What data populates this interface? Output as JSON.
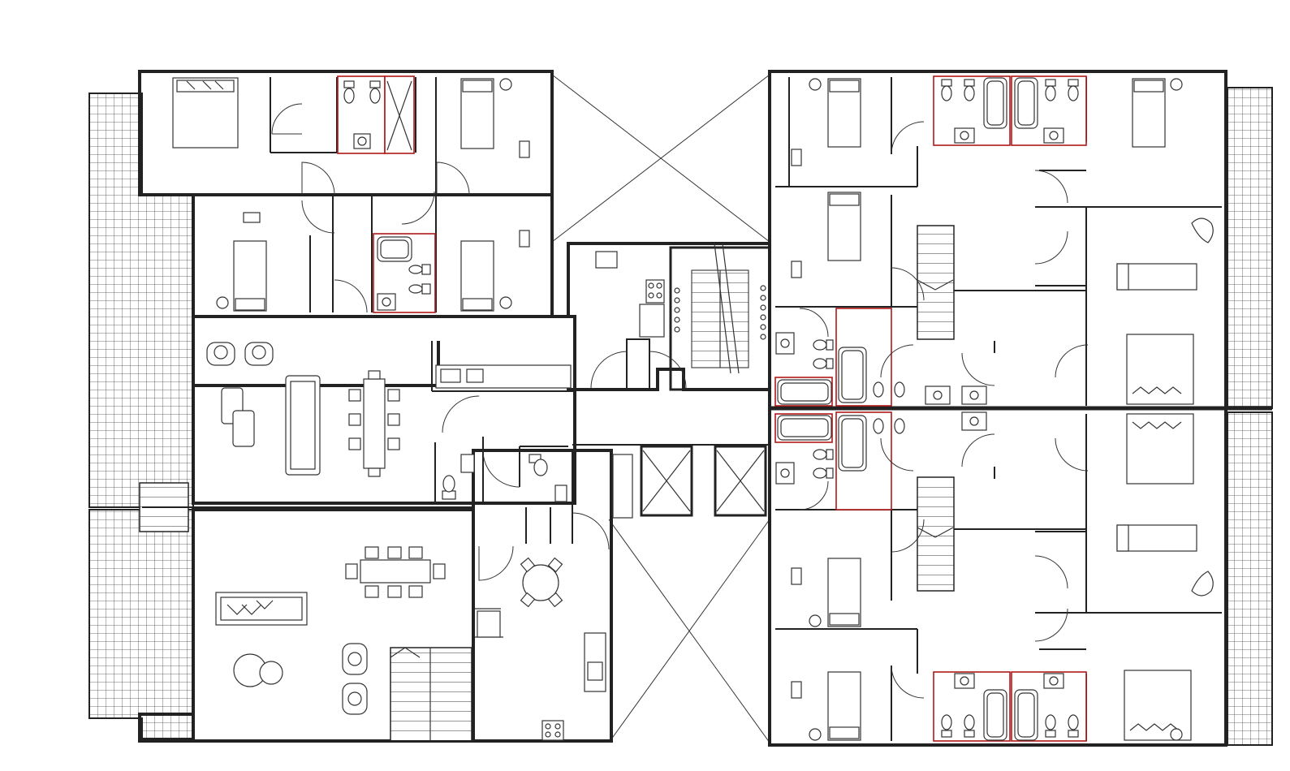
{
  "drawing": {
    "type": "floor-plan",
    "text_labels": [],
    "colors": {
      "walls": "#222222",
      "linework": "#333333",
      "wet_areas": "#b01818",
      "background": "#ffffff"
    },
    "components": {
      "left_block": "apartment-pair",
      "right_block": "apartment-quad",
      "core": "stair-and-elevators",
      "terraces": "tiled-balconies"
    },
    "icons": [
      "bed-icon",
      "sofa-icon",
      "armchair-icon",
      "dining-table-icon",
      "bathtub-icon",
      "toilet-icon",
      "washbasin-icon",
      "stove-icon",
      "sink-icon",
      "stair-icon",
      "elevator-icon",
      "door-swing-icon"
    ]
  }
}
